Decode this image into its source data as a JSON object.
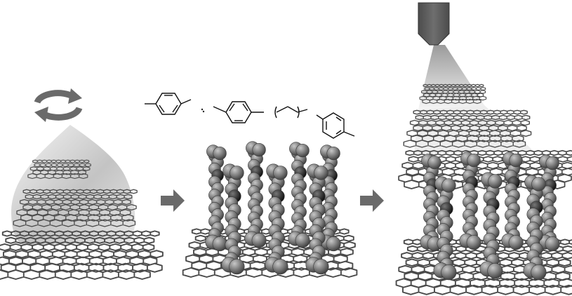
{
  "figure": {
    "panels": [
      {
        "id": "exfoliation",
        "description_icon": "rotate-arrows-icon"
      },
      {
        "id": "functionalization",
        "molecule_icon": "p-xylene-and-alkyl-benzene-structures"
      },
      {
        "id": "probe-imaging",
        "description_icon": "microscope-tip-icon"
      }
    ],
    "arrows": [
      "process-arrow",
      "process-arrow"
    ],
    "colors": {
      "lattice": "#4a4a4a",
      "cone_dark": "#9a9a9a",
      "cone_light": "#f2f2f2",
      "sphere": "#8a8a8a",
      "sphere_dark": "#3c3c3c",
      "tip": "#5c5c5c",
      "arrow": "#666666"
    }
  }
}
